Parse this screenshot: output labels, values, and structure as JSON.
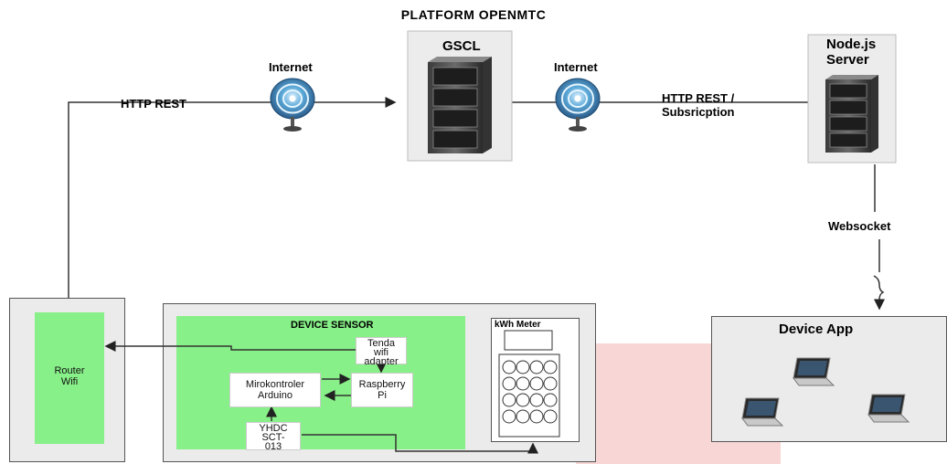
{
  "title": "PLATFORM OPENMTC",
  "gscl": {
    "label": "GSCL"
  },
  "node_server": {
    "line1": "Node.js",
    "line2": "Server"
  },
  "internet_left": {
    "label": "Internet"
  },
  "internet_right": {
    "label": "Internet"
  },
  "http_rest": {
    "label": "HTTP REST"
  },
  "http_rest_sub": {
    "line1": "HTTP REST /",
    "line2": "Subsricption"
  },
  "websocket": {
    "label": "Websocket"
  },
  "router": {
    "line1": "Router",
    "line2": "Wifi"
  },
  "device_sensor": {
    "title": "DEVICE SENSOR"
  },
  "tenda": {
    "line1": "Tenda",
    "line2": "wifi",
    "line3": "adapter"
  },
  "arduino": {
    "line1": "Mirokontroler",
    "line2": "Arduino"
  },
  "raspberry": {
    "line1": "Raspberry",
    "line2": "Pi"
  },
  "yhdc": {
    "line1": "YHDC",
    "line2": "SCT-",
    "line3": "013"
  },
  "kwh_meter": {
    "label": "kWh Meter"
  },
  "device_app": {
    "title": "Device App"
  },
  "colors": {
    "green": "#88f088",
    "grey_panel": "#ebebeb",
    "pink": "#f8d6d6"
  }
}
